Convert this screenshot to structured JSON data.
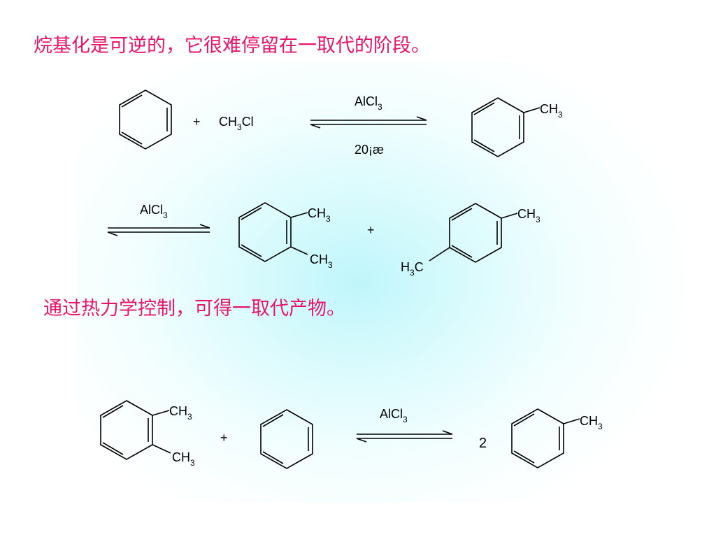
{
  "slide": {
    "heading_1": "烷基化是可逆的，它很难停留在一取代的阶段。",
    "heading_2": "通过热力学控制，可得一取代产物。",
    "heading_color": "#e8156b",
    "background_glow_color": "#bff6fb"
  },
  "reaction_1": {
    "plus": "+",
    "reagent": {
      "main": "CH",
      "sub": "3",
      "tail": "Cl"
    },
    "catalyst": {
      "main": "AlCl",
      "sub": "3"
    },
    "condition": "20¡æ",
    "product_group": {
      "main": "CH",
      "sub": "3"
    }
  },
  "reaction_2": {
    "catalyst": {
      "main": "AlCl",
      "sub": "3"
    },
    "ortho_group_1": {
      "main": "CH",
      "sub": "3"
    },
    "ortho_group_2": {
      "main": "CH",
      "sub": "3"
    },
    "plus": "+",
    "para_group_top": {
      "main": "CH",
      "sub": "3"
    },
    "para_group_bottom": {
      "pre": "H",
      "sub": "3",
      "tail": "C"
    }
  },
  "reaction_3": {
    "reactant_group_1": {
      "main": "CH",
      "sub": "3"
    },
    "reactant_group_2": {
      "main": "CH",
      "sub": "3"
    },
    "plus": "+",
    "catalyst": {
      "main": "AlCl",
      "sub": "3"
    },
    "coefficient": "2",
    "product_group": {
      "main": "CH",
      "sub": "3"
    }
  }
}
